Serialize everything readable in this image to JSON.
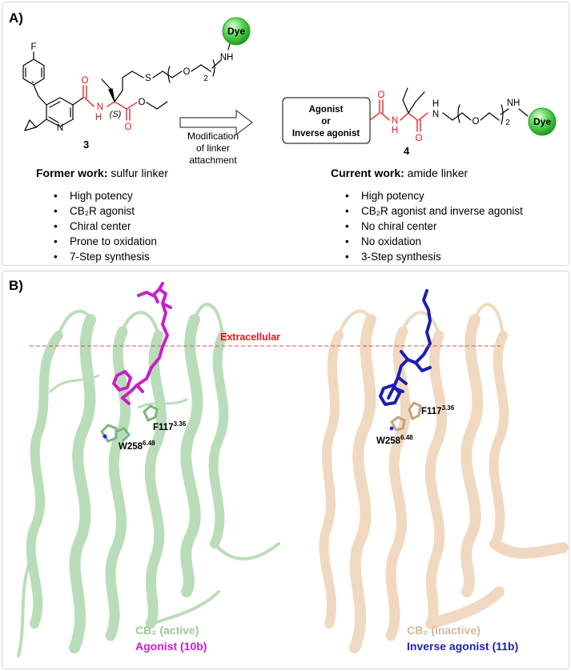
{
  "panel_a": {
    "label": "A)",
    "former": {
      "compound_number": "3",
      "title_bold": "Former work:",
      "title_rest": "sulfur linker",
      "bullets": [
        "High potency",
        "CB₂R agonist",
        "Chiral center",
        "Prone to oxidation",
        "7-Step synthesis"
      ]
    },
    "arrow_caption": [
      "Modification",
      "of linker",
      "attachment"
    ],
    "current": {
      "compound_number": "4",
      "title_bold": "Current work:",
      "title_rest": "amide linker",
      "box_lines": [
        "Agonist",
        "or",
        "Inverse agonist"
      ],
      "bullets": [
        "High potency",
        "CB₂R agonist and inverse agonist",
        "No chiral center",
        "No oxidation",
        "3-Step synthesis"
      ]
    },
    "atoms": {
      "F": "F",
      "N": "N",
      "NH": "NH",
      "H": "H",
      "O": "O",
      "S": "S",
      "stereo": "(S)",
      "sub2": "2",
      "dye": "Dye"
    }
  },
  "panel_b": {
    "label": "B)",
    "extracellular": "Extracellular",
    "active": {
      "receptor_label": "CB₂ (active)",
      "ligand_label": "Agonist (10b)",
      "res1": "F117",
      "res1_sup": "3.36",
      "res2": "W258",
      "res2_sup": "6.48"
    },
    "inactive": {
      "receptor_label": "CB₂ (inactive)",
      "ligand_label": "Inverse agonist (11b)",
      "res1": "F117",
      "res1_sup": "3.36",
      "res2": "W258",
      "res2_sup": "6.48"
    }
  },
  "colors": {
    "red_highlight": "#e8151b",
    "dye_green": "#3fcf3f",
    "active_protein": "#b7dcb6",
    "inactive_protein": "#f0d8bd",
    "agonist": "#c81fc8",
    "inverse_agonist": "#1d1db0",
    "extracellular_line": "#e84c4c",
    "active_label": "#9dc99a",
    "inactive_label": "#d2b89c"
  }
}
